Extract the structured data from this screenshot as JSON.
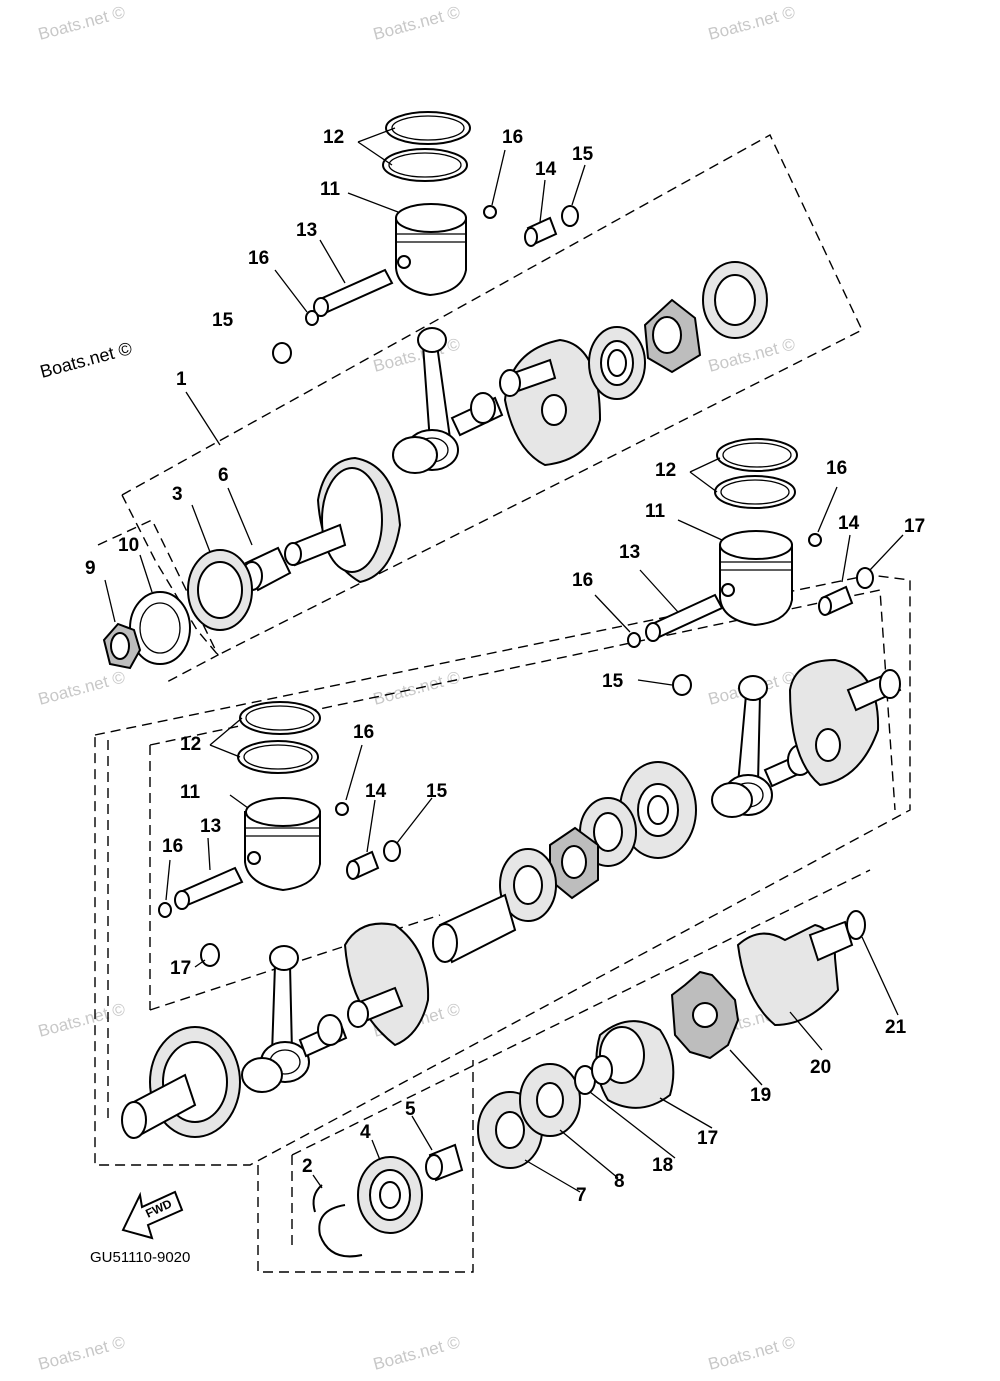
{
  "diagram_code": "GU51110-9020",
  "fwd_label": "FWD",
  "watermark": "Boats.net ©",
  "callouts": {
    "c1": "1",
    "c2": "2",
    "c3": "3",
    "c4": "4",
    "c5": "5",
    "c6": "6",
    "c7": "7",
    "c8": "8",
    "c9": "9",
    "c10": "10",
    "t12": "12",
    "t16": "16",
    "t11": "11",
    "t14": "14",
    "t15": "15",
    "t13": "13",
    "t16b": "16",
    "t15b": "15",
    "r12": "12",
    "r16": "16",
    "r11": "11",
    "r14": "14",
    "r17": "17",
    "r13": "13",
    "r16b": "16",
    "r15": "15",
    "l12": "12",
    "l16": "16",
    "l11": "11",
    "l14": "14",
    "l15": "15",
    "l13": "13",
    "l16b": "16",
    "l17": "17",
    "b21": "21",
    "b20": "20",
    "b19": "19",
    "b17": "17",
    "b18": "18"
  }
}
